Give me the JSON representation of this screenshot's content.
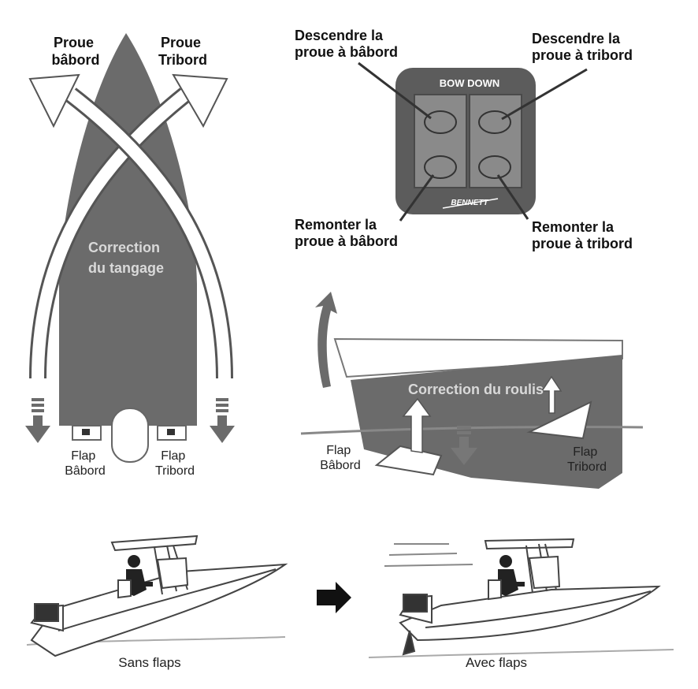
{
  "top_view": {
    "bow_port_label": [
      "Proue",
      "bâbord"
    ],
    "bow_starboard_label": [
      "Proue",
      "Tribord"
    ],
    "pitch_label": [
      "Correction",
      "du tangage"
    ],
    "flap_port_label": [
      "Flap",
      "Bâbord"
    ],
    "flap_starboard_label": [
      "Flap",
      "Tribord"
    ]
  },
  "switch_panel": {
    "title": "BOW DOWN",
    "brand": "BENNETT",
    "callout_top_left": [
      "Descendre la",
      "proue à bâbord"
    ],
    "callout_top_right": [
      "Descendre la",
      "proue à tribord"
    ],
    "callout_bottom_left": [
      "Remonter la",
      "proue à bâbord"
    ],
    "callout_bottom_right": [
      "Remonter la",
      "proue à tribord"
    ]
  },
  "roll_view": {
    "roll_label": "Correction du roulis",
    "flap_port_label": [
      "Flap",
      "Bâbord"
    ],
    "flap_starboard_label": [
      "Flap",
      "Tribord"
    ]
  },
  "comparison": {
    "without_label": "Sans flaps",
    "with_label": "Avec flaps"
  },
  "colors": {
    "hull_gray": "#6b6b6b",
    "panel_gray": "#5c5c5c",
    "button_gray": "#8a8a8a",
    "arrow_outline": "#555555"
  }
}
